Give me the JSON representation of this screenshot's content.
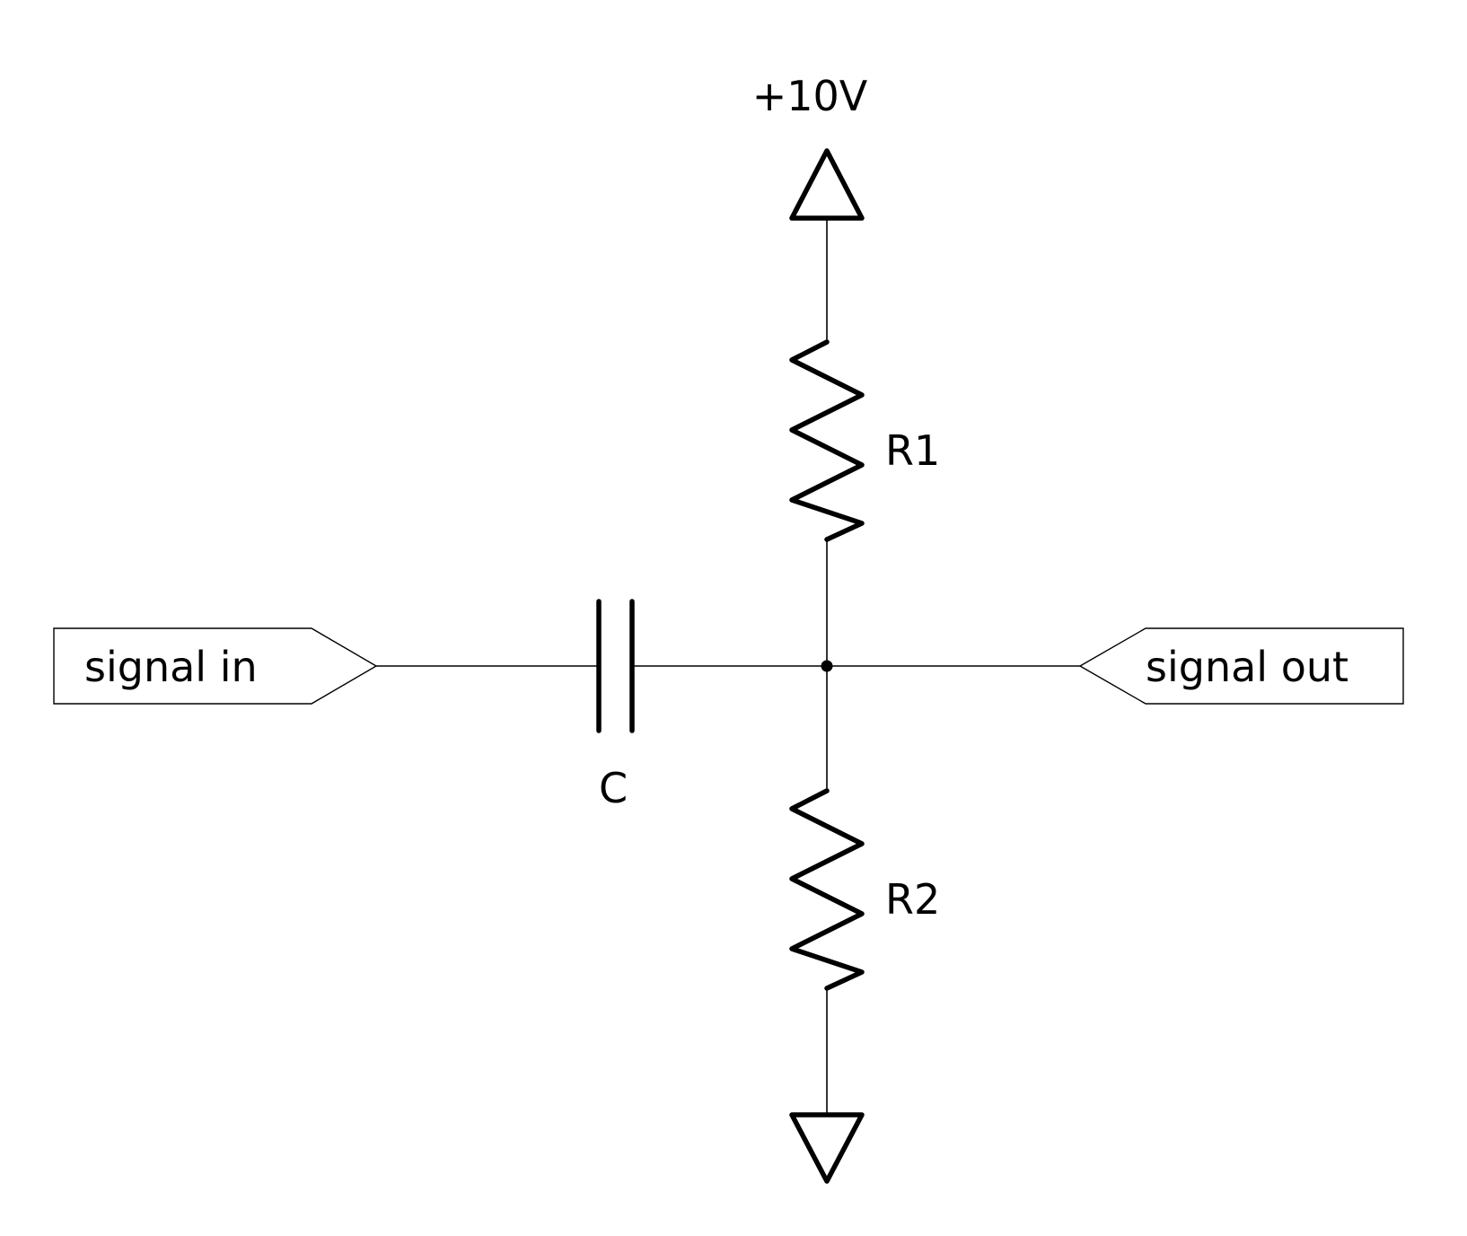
{
  "power_label": "+10V",
  "resistor_top_label": "R1",
  "resistor_bottom_label": "R2",
  "capacitor_label": "C",
  "input_port_label": "signal in",
  "output_port_label": "signal out"
}
